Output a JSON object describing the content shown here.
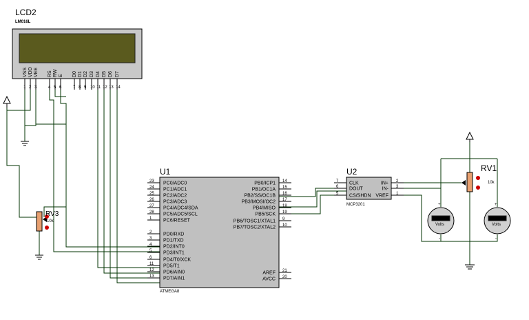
{
  "lcd": {
    "ref": "LCD2",
    "part": "LM016L",
    "pin_names": [
      "VSS",
      "VDD",
      "VEE",
      "RS",
      "RW",
      "E",
      "D0",
      "D1",
      "D2",
      "D3",
      "D4",
      "D5",
      "D6",
      "D7"
    ],
    "pin_numbers": [
      "1",
      "2",
      "3",
      "4",
      "5",
      "6",
      "7",
      "8",
      "9",
      "10",
      "11",
      "12",
      "13",
      "14"
    ]
  },
  "u1": {
    "ref": "U1",
    "part": "ATMEGA8",
    "left_pins": [
      {
        "name": "PC0/ADC0",
        "num": "23"
      },
      {
        "name": "PC1/ADC1",
        "num": "24"
      },
      {
        "name": "PC2/ADC2",
        "num": "25"
      },
      {
        "name": "PC3/ADC3",
        "num": "26"
      },
      {
        "name": "PC4/ADC4/SDA",
        "num": "27"
      },
      {
        "name": "PC5/ADC5/SCL",
        "num": "28"
      },
      {
        "name": "PC6/RESET",
        "num": "1"
      },
      {
        "name": "PD0/RXD",
        "num": "2"
      },
      {
        "name": "PD1/TXD",
        "num": "3"
      },
      {
        "name": "PD2/INT0",
        "num": "4"
      },
      {
        "name": "PD3/INT1",
        "num": "5"
      },
      {
        "name": "PD4/T0/XCK",
        "num": "6"
      },
      {
        "name": "PD5/T1",
        "num": "11"
      },
      {
        "name": "PD6/AIN0",
        "num": "12"
      },
      {
        "name": "PD7/AIN1",
        "num": "13"
      }
    ],
    "right_pins": [
      {
        "name": "PB0/ICP1",
        "num": "14"
      },
      {
        "name": "PB1/OC1A",
        "num": "15"
      },
      {
        "name": "PB2/SS/OC1B",
        "num": "16"
      },
      {
        "name": "PB3/MOSI/OC2",
        "num": "17"
      },
      {
        "name": "PB4/MISO",
        "num": "18"
      },
      {
        "name": "PB5/SCK",
        "num": "19"
      },
      {
        "name": "PB6/TOSC1/XTAL1",
        "num": "9"
      },
      {
        "name": "PB7/TOSC2/XTAL2",
        "num": "10"
      },
      {
        "name": "AREF",
        "num": "21"
      },
      {
        "name": "AVCC",
        "num": "20"
      }
    ]
  },
  "u2": {
    "ref": "U2",
    "part": "MCP3201",
    "left_pins": [
      {
        "name": "CLK",
        "num": "7"
      },
      {
        "name": "DOUT",
        "num": "6"
      },
      {
        "name": "CS/SHDN",
        "num": "5"
      }
    ],
    "right_pins": [
      {
        "name": "IN+",
        "num": "2"
      },
      {
        "name": "IN-",
        "num": "3"
      },
      {
        "name": "VREF",
        "num": "1"
      }
    ]
  },
  "rv1": {
    "ref": "RV1",
    "value": "10k"
  },
  "rv3": {
    "ref": "RV3",
    "value": "10k"
  },
  "voltmeter_left": {
    "plus": "+",
    "minus": "-",
    "unit": "Volts"
  },
  "voltmeter_right": {
    "plus": "+",
    "minus": "-",
    "unit": "Volts"
  }
}
